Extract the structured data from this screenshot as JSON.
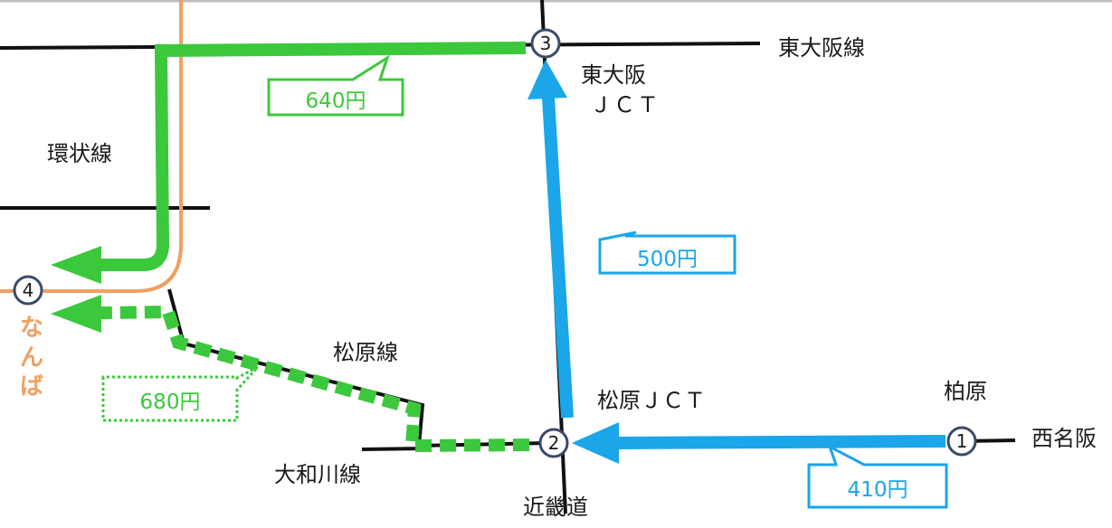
{
  "routes": {
    "higashi_osaka_line": "東大阪線",
    "loop_line": "環状線",
    "matsubara_line": "松原線",
    "yamatogawa_line": "大和川線",
    "kinki_expressway": "近畿道",
    "nishi_meihan": "西名阪"
  },
  "places": {
    "higashi_osaka_jct_line1": "東大阪",
    "higashi_osaka_jct_line2": "ＪＣＴ",
    "matsubara_jct": "松原ＪＣＴ",
    "kashiwara": "柏原",
    "namba": "なんば"
  },
  "nodes": [
    "1",
    "2",
    "3",
    "4"
  ],
  "fares": {
    "kashiwara_to_matsubara": "410円",
    "matsubara_to_higashi_osaka": "500円",
    "higashi_osaka_to_namba": "640円",
    "matsubara_to_namba_via_matsubara_line": "680円"
  },
  "colors": {
    "road": "#111111",
    "loop": "#f0a062",
    "green_route": "#3cc83c",
    "blue_route": "#1aa6e8",
    "node_border": "#3a4a6a"
  }
}
